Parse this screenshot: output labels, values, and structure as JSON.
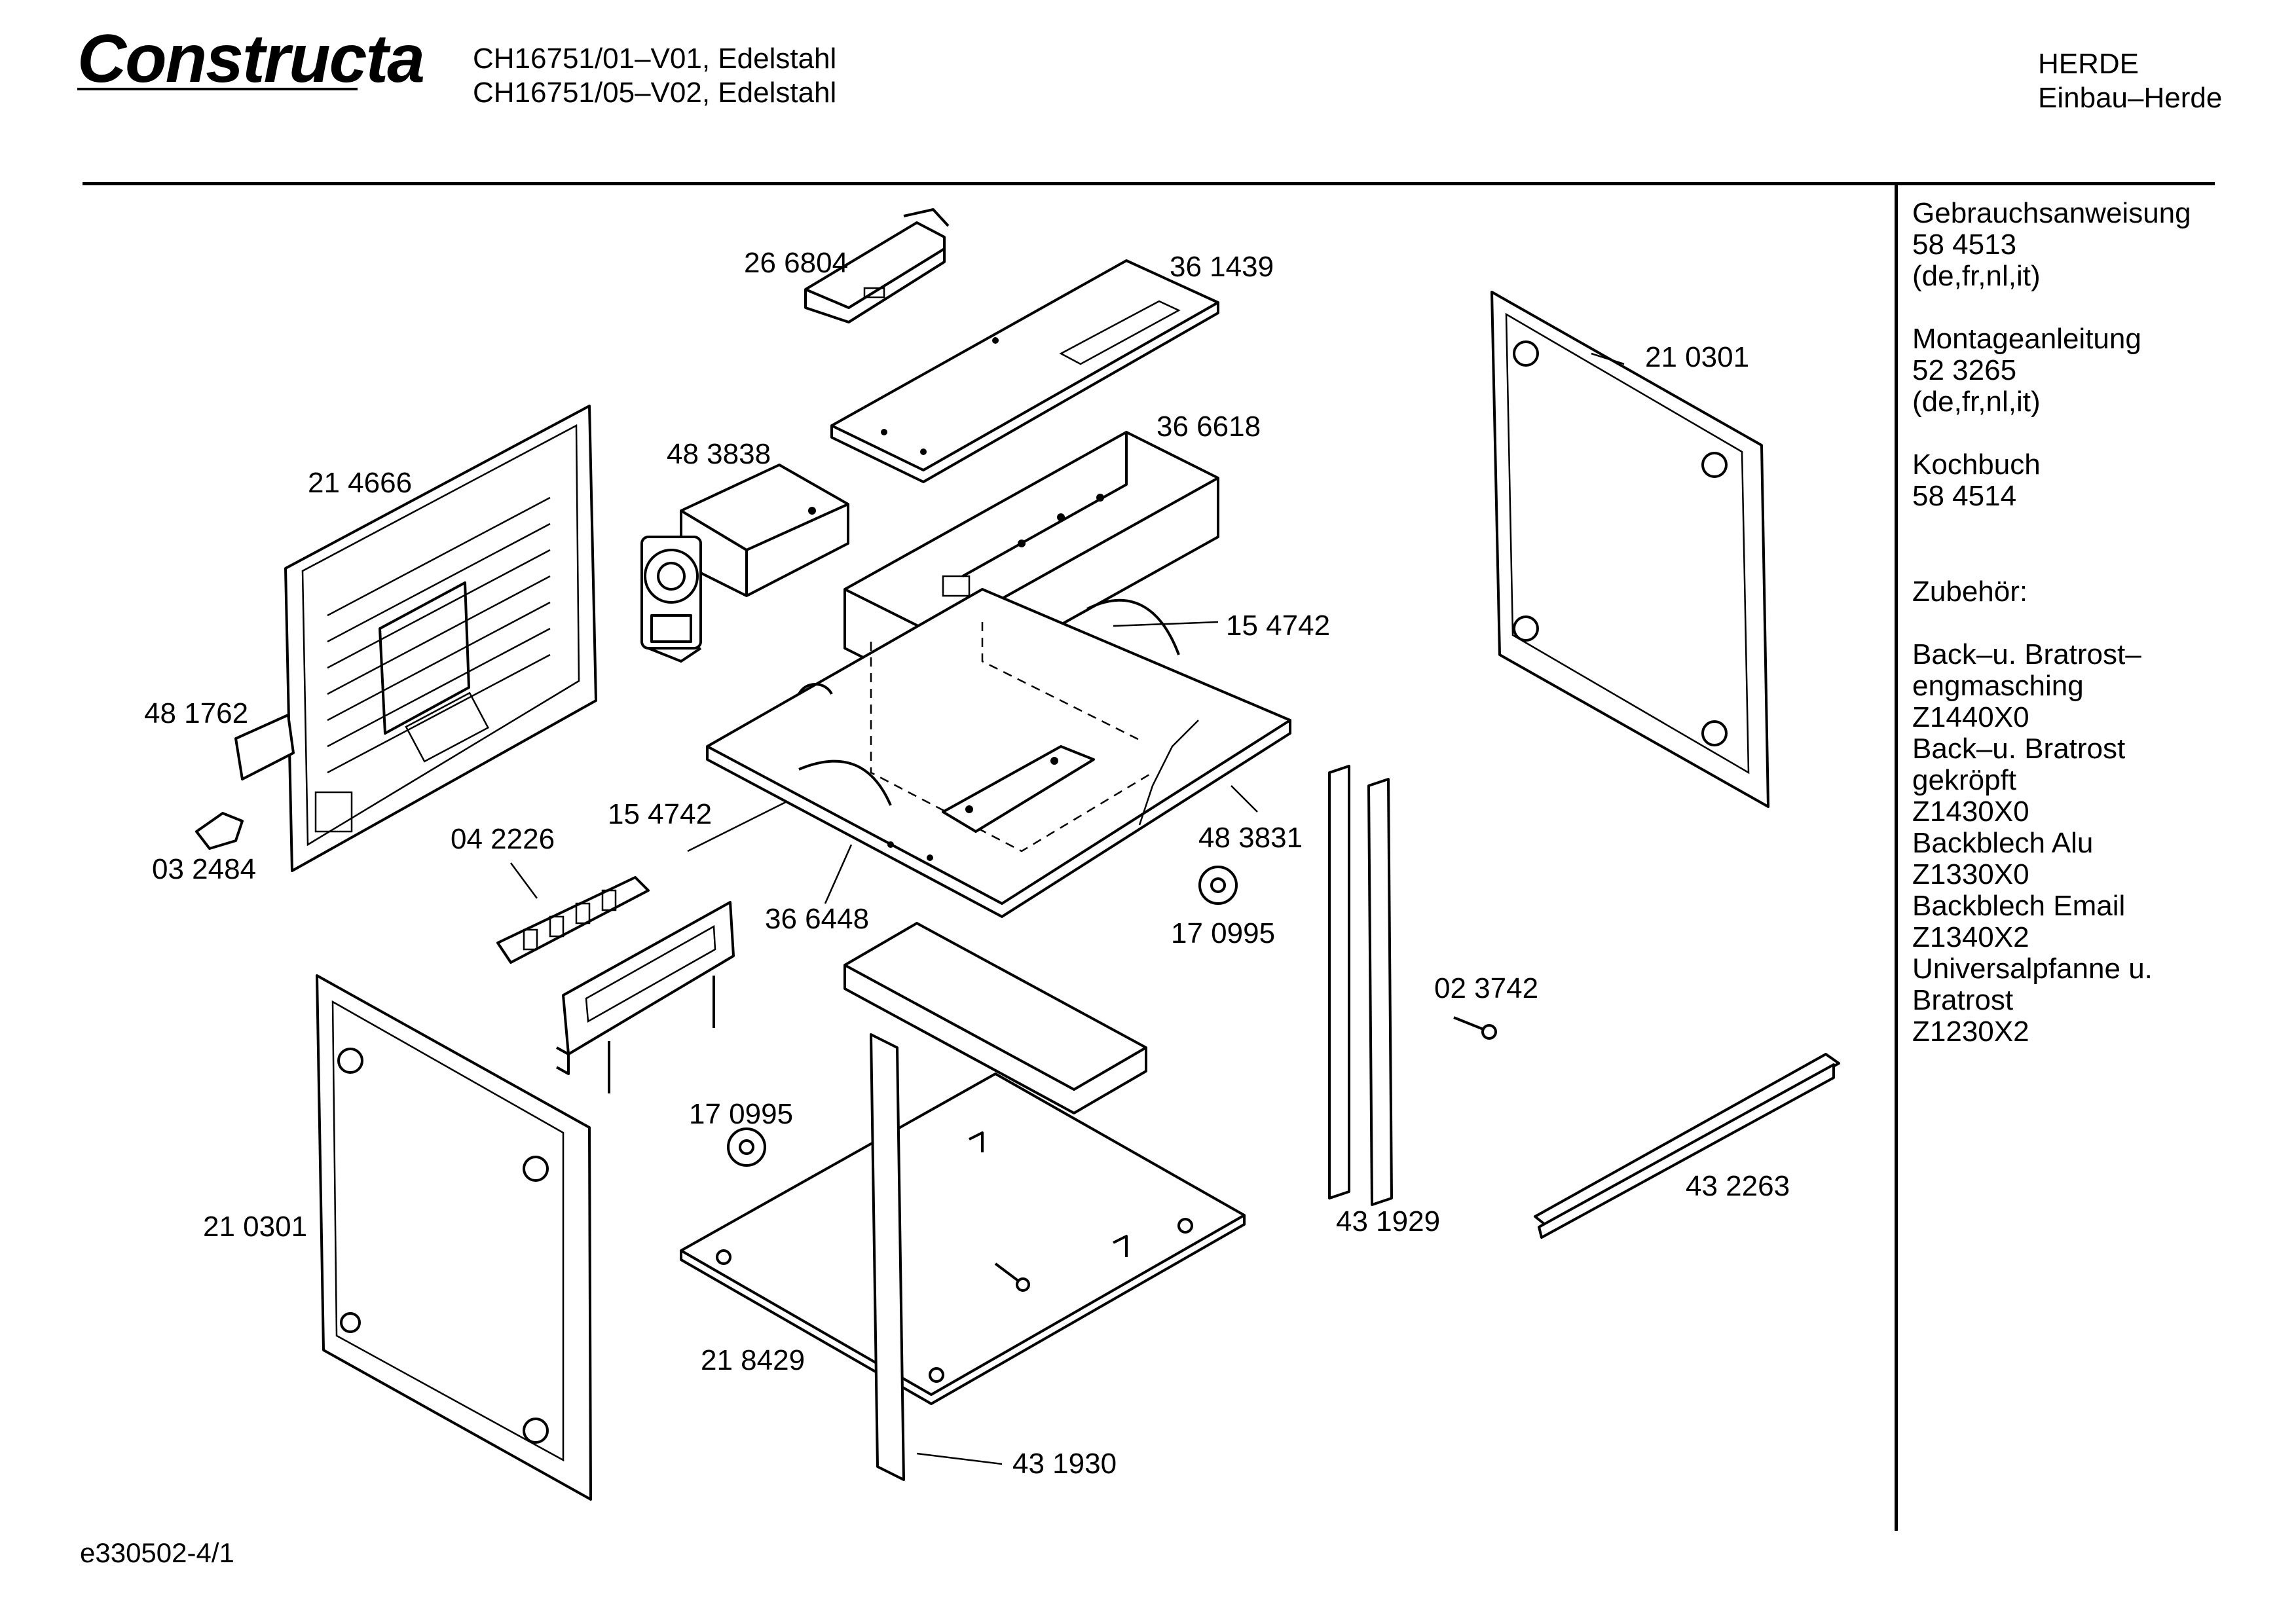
{
  "header": {
    "brand": "Constructa",
    "models": [
      "CH16751/01–V01, Edelstahl",
      "CH16751/05–V02, Edelstahl"
    ],
    "category": [
      "HERDE",
      "Einbau–Herde"
    ]
  },
  "sidebar": {
    "docs": [
      {
        "title": "Gebrauchsanweisung",
        "number": "58 4513",
        "langs": "(de,fr,nl,it)"
      },
      {
        "title": "Montageanleitung",
        "number": "52 3265",
        "langs": "(de,fr,nl,it)"
      },
      {
        "title": "Kochbuch",
        "number": "58 4514"
      }
    ],
    "accessories_title": "Zubehör:",
    "accessories": [
      "Back–u. Bratrost–",
      "engmasching",
      "Z1440X0",
      "Back–u. Bratrost",
      "gekröpft",
      "Z1430X0",
      "Backblech Alu",
      "Z1330X0",
      "Backblech Email",
      "Z1340X2",
      "Universalpfanne u.",
      "Bratrost",
      "Z1230X2"
    ]
  },
  "parts": {
    "p266804": "26 6804",
    "p361439": "36 1439",
    "p210301_top": "21 0301",
    "p483838": "48 3838",
    "p366618": "36 6618",
    "p214666": "21 4666",
    "p154742_r": "15 4742",
    "p481762": "48 1762",
    "p154742_l": "15 4742",
    "p483831": "48 3831",
    "p032484": "03 2484",
    "p042226": "04 2226",
    "p366448": "36 6448",
    "p170995_r": "17 0995",
    "p023742": "02 3742",
    "p170995_l": "17 0995",
    "p432263": "43 2263",
    "p210301_bottom": "21 0301",
    "p431929": "43 1929",
    "p218429": "21 8429",
    "p431930": "43 1930"
  },
  "footer": "e330502-4/1"
}
